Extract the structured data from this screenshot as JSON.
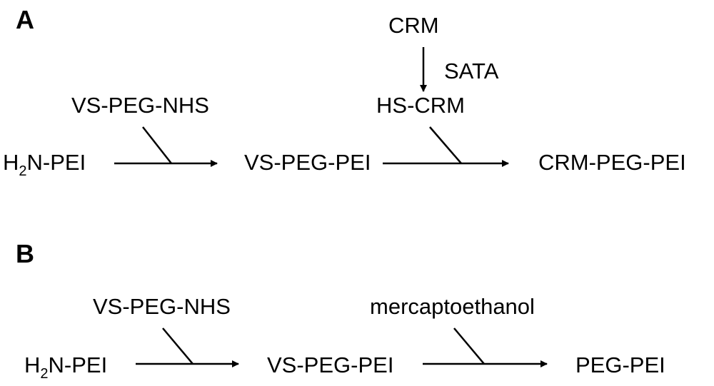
{
  "panel_a": {
    "letter": "A",
    "start": {
      "prefix": "H",
      "sub": "2",
      "suffix": "N-PEI"
    },
    "reagent1": "VS-PEG-NHS",
    "intermediate": "VS-PEG-PEI",
    "top_reagent": "CRM",
    "activator": "SATA",
    "reagent2": "HS-CRM",
    "product": "CRM-PEG-PEI"
  },
  "panel_b": {
    "letter": "B",
    "start": {
      "prefix": "H",
      "sub": "2",
      "suffix": "N-PEI"
    },
    "reagent1": "VS-PEG-NHS",
    "intermediate": "VS-PEG-PEI",
    "reagent2": "mercaptoethanol",
    "product": "PEG-PEI"
  },
  "colors": {
    "ink": "#000000",
    "background": "#ffffff"
  }
}
